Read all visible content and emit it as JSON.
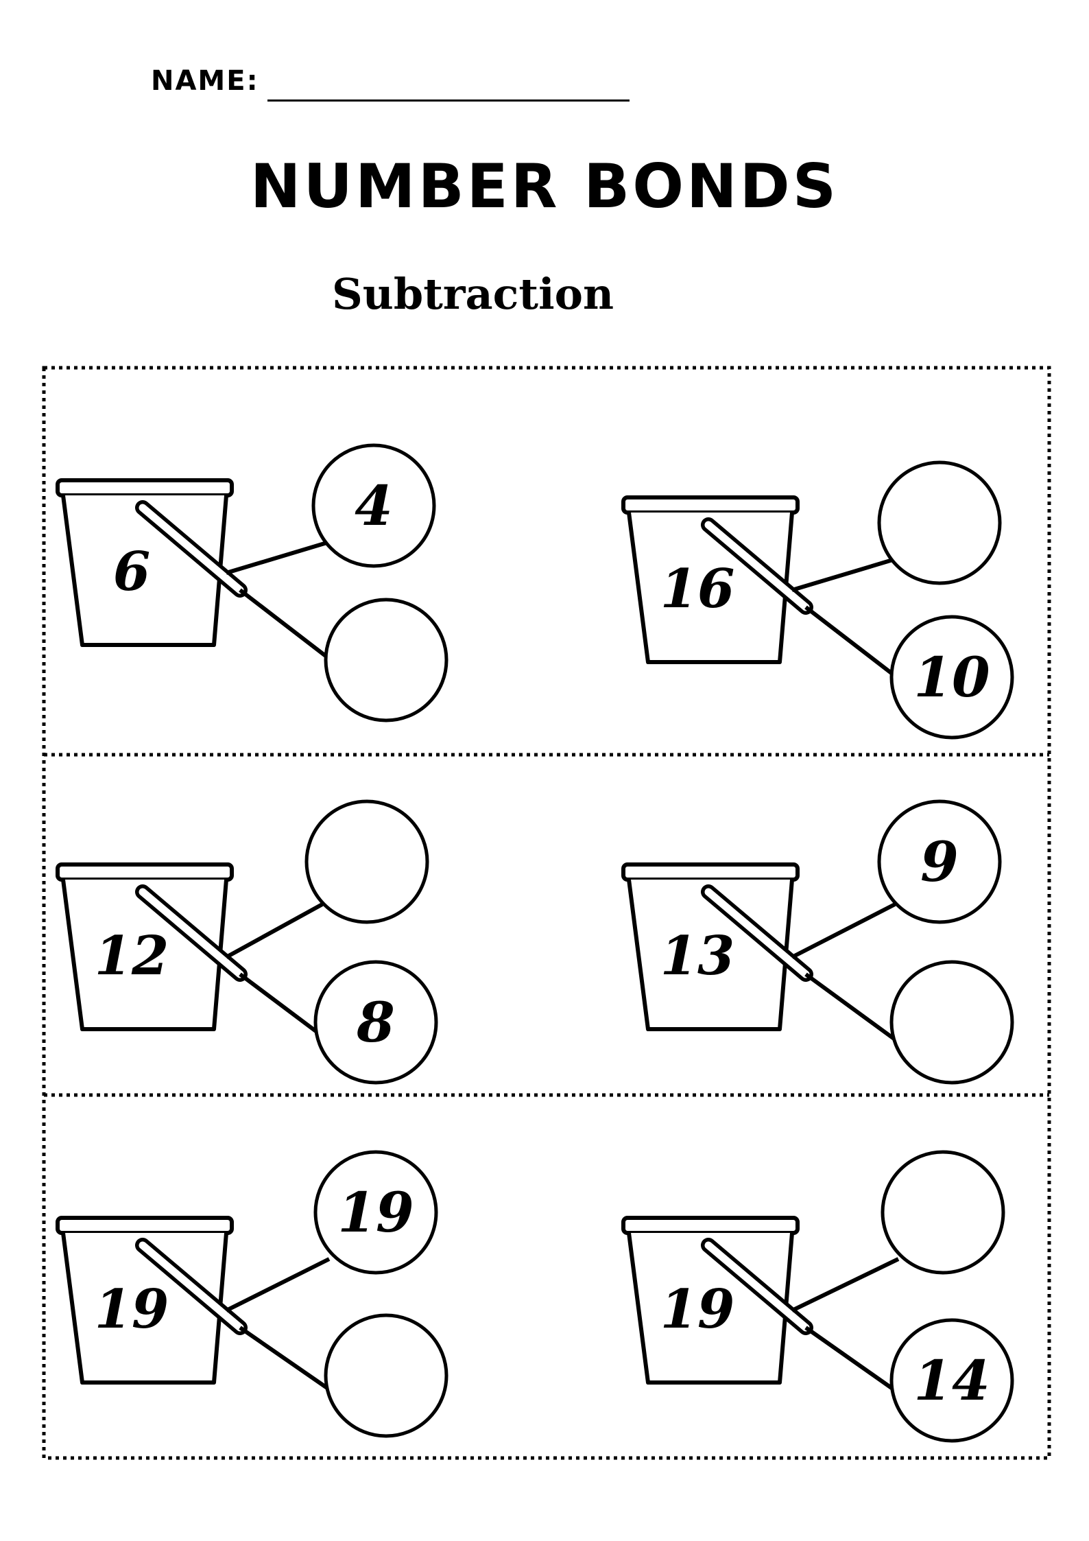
{
  "header": {
    "name_label": "NAME:",
    "title": "NUMBER BONDS",
    "subtitle": "Subtraction"
  },
  "problems": [
    {
      "whole": "6",
      "top_part": "4",
      "bottom_part": ""
    },
    {
      "whole": "16",
      "top_part": "",
      "bottom_part": "10"
    },
    {
      "whole": "12",
      "top_part": "",
      "bottom_part": "8"
    },
    {
      "whole": "13",
      "top_part": "9",
      "bottom_part": ""
    },
    {
      "whole": "19",
      "top_part": "19",
      "bottom_part": ""
    },
    {
      "whole": "19",
      "top_part": "",
      "bottom_part": "14"
    }
  ]
}
